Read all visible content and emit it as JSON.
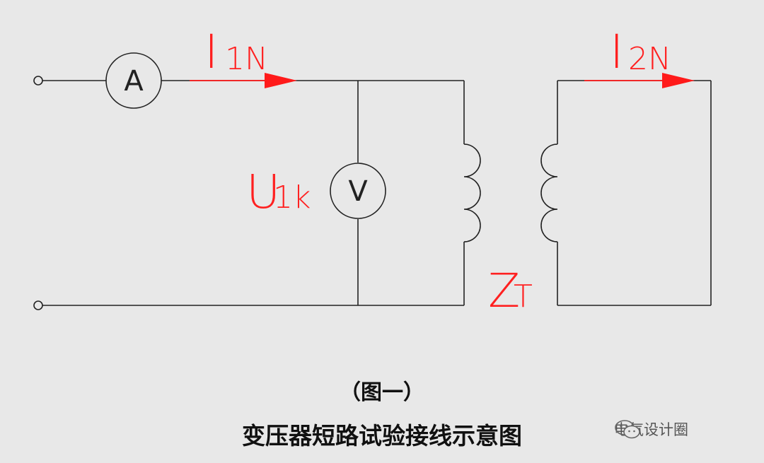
{
  "labels": {
    "i1n_main": "I",
    "i1n_sub": "1N",
    "i2n_main": "I",
    "i2n_sub": "2N",
    "u1k_main": "U",
    "u1k_sub": "1k",
    "zt_main": "Z",
    "zt_sub": "T",
    "ammeter": "A",
    "voltmeter": "V"
  },
  "caption": {
    "figure_number": "（图一）",
    "title": "变压器短路试验接线示意图"
  },
  "watermark": {
    "text": "电气设计圈"
  },
  "colors": {
    "background": "#e8e8e8",
    "wire": "#222222",
    "label_red": "#ff2020"
  }
}
